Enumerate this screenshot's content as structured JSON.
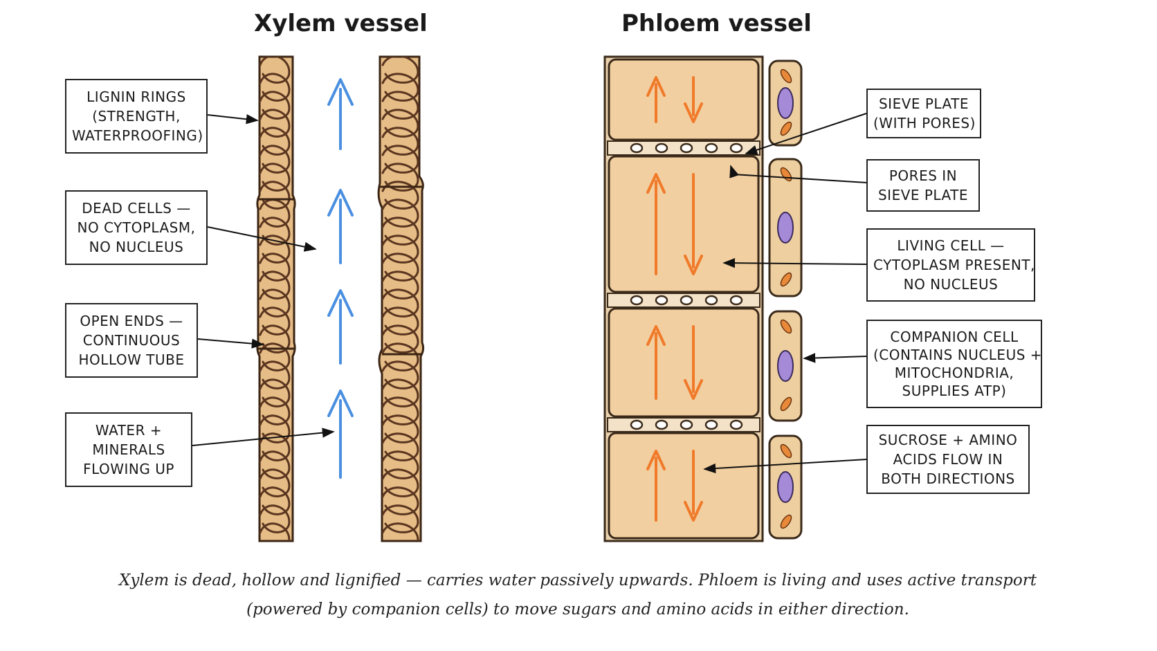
{
  "titles": {
    "xylem": "Xylem vessel",
    "phloem": "Phloem vessel"
  },
  "xylem_labels": {
    "lignin": [
      "LIGNIN RINGS",
      "(STRENGTH,",
      "WATERPROOFING)"
    ],
    "dead": [
      "DEAD CELLS —",
      "NO CYTOPLASM,",
      "NO NUCLEUS"
    ],
    "open_ends": [
      "OPEN ENDS —",
      "CONTINUOUS",
      "HOLLOW TUBE"
    ],
    "water": [
      "WATER +",
      "MINERALS",
      "FLOWING UP"
    ]
  },
  "phloem_labels": {
    "sieve_plate": [
      "SIEVE PLATE",
      "(WITH PORES)"
    ],
    "pores": [
      "PORES IN",
      "SIEVE PLATE"
    ],
    "living": [
      "LIVING CELL —",
      "CYTOPLASM PRESENT,",
      "NO NUCLEUS"
    ],
    "companion": [
      "COMPANION CELL",
      "(CONTAINS NUCLEUS +",
      "MITOCHONDRIA,",
      "SUPPLIES ATP)"
    ],
    "sucrose": [
      "SUCROSE + AMINO",
      "ACIDS FLOW IN",
      "BOTH DIRECTIONS"
    ]
  },
  "caption": [
    "Xylem is dead, hollow and lignified — carries water passively upwards. Phloem is living and uses active transport",
    "(powered by companion cells) to move sugars and amino acids in either direction."
  ],
  "colors": {
    "xylem_wall_fill": "#e6bd86",
    "xylem_ring": "#5a3520",
    "water_arrow": "#4a8fe0",
    "phloem_fill": "#f2cfa0",
    "phloem_outline": "#3a2a1a",
    "flow_arrow": "#f07a2a",
    "nucleus": "#a58ad8",
    "mitochondria": "#e8893a"
  }
}
